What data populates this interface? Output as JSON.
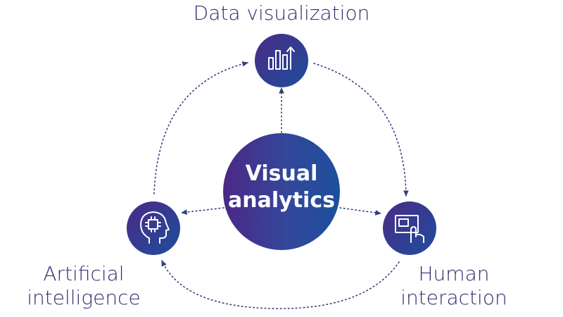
{
  "center": {
    "line1": "Visual",
    "line2": "analytics"
  },
  "nodes": {
    "data_visualization": {
      "label": "Data visualization",
      "icon": "bar-chart-arrow-icon"
    },
    "artificial_intelligence": {
      "label_line1": "Artificial",
      "label_line2": "intelligence",
      "icon": "brain-chip-head-icon"
    },
    "human_interaction": {
      "label_line1": "Human",
      "label_line2": "interaction",
      "icon": "touch-screen-icon"
    }
  },
  "colors": {
    "label_text": "#3a2a6e",
    "gradient_start": "#4a2a86",
    "gradient_end": "#1e4e9c",
    "connector": "#2e3f7e"
  }
}
